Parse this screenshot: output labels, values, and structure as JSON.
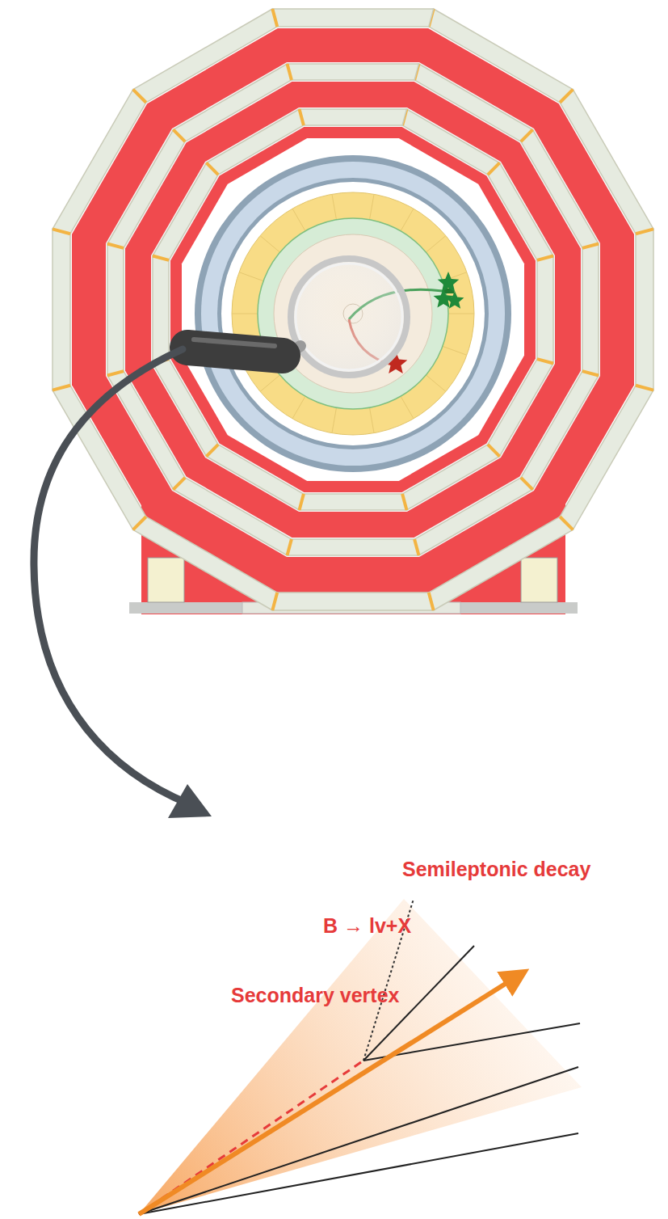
{
  "diagram": {
    "labels": [
      "Semileptonic decay",
      "B → lv+X",
      "Secondary vertex"
    ]
  }
}
